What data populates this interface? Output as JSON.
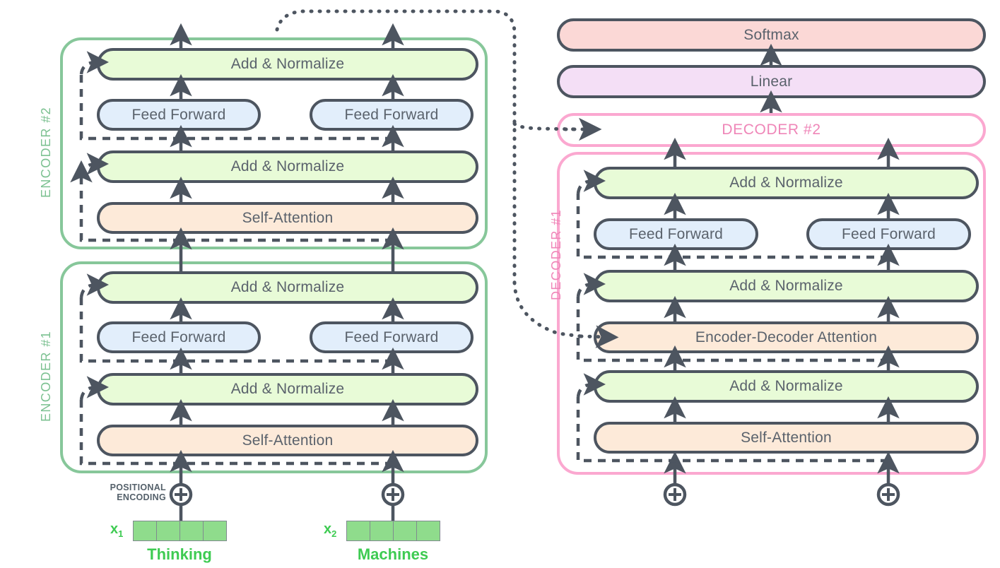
{
  "title": "Transformer Encoder-Decoder Architecture",
  "colors": {
    "addnorm_fill": "#e8fbd7",
    "feedforward_fill": "#e2eefb",
    "attention_fill": "#fdead9",
    "softmax_fill": "#fbd8d6",
    "linear_fill": "#f4dff6",
    "box_stroke": "#4d5560",
    "encoder_border": "#87c79a",
    "decoder_border": "#fba8d0",
    "decoder_text": "#ef86b8",
    "encoder_text": "#7cc191",
    "embedding_cell": "#8fdc8c",
    "word_text": "#3ecb52"
  },
  "encoder": {
    "stack": [
      {
        "name": "ENCODER #2",
        "label": "ENCODER #2",
        "blocks": [
          {
            "label": "Add & Normalize",
            "type": "addnorm"
          },
          {
            "label": "Feed Forward",
            "type": "ff"
          },
          {
            "label": "Feed Forward",
            "type": "ff"
          },
          {
            "label": "Add & Normalize",
            "type": "addnorm"
          },
          {
            "label": "Self-Attention",
            "type": "attn"
          }
        ]
      },
      {
        "name": "ENCODER #1",
        "label": "ENCODER #1",
        "blocks": [
          {
            "label": "Add & Normalize",
            "type": "addnorm"
          },
          {
            "label": "Feed Forward",
            "type": "ff"
          },
          {
            "label": "Feed Forward",
            "type": "ff"
          },
          {
            "label": "Add & Normalize",
            "type": "addnorm"
          },
          {
            "label": "Self-Attention",
            "type": "attn"
          }
        ]
      }
    ]
  },
  "decoder": {
    "top_blocks": [
      {
        "label": "Softmax",
        "type": "softmax"
      },
      {
        "label": "Linear",
        "type": "linear"
      }
    ],
    "decoder2_label": "DECODER #2",
    "decoder1_label": "DECODER #1",
    "blocks": [
      {
        "label": "Add & Normalize",
        "type": "addnorm"
      },
      {
        "label": "Feed Forward",
        "type": "ff"
      },
      {
        "label": "Feed Forward",
        "type": "ff"
      },
      {
        "label": "Add & Normalize",
        "type": "addnorm"
      },
      {
        "label": "Encoder-Decoder Attention",
        "type": "attn"
      },
      {
        "label": "Add & Normalize",
        "type": "addnorm"
      },
      {
        "label": "Self-Attention",
        "type": "attn"
      }
    ]
  },
  "inputs": {
    "positional_line1": "POSITIONAL",
    "positional_line2": "ENCODING",
    "plus_symbol": "+",
    "tokens": [
      {
        "vector_label": "x",
        "vector_index": "1",
        "word": "Thinking",
        "cells": 4
      },
      {
        "vector_label": "x",
        "vector_index": "2",
        "word": "Machines",
        "cells": 4
      }
    ]
  }
}
